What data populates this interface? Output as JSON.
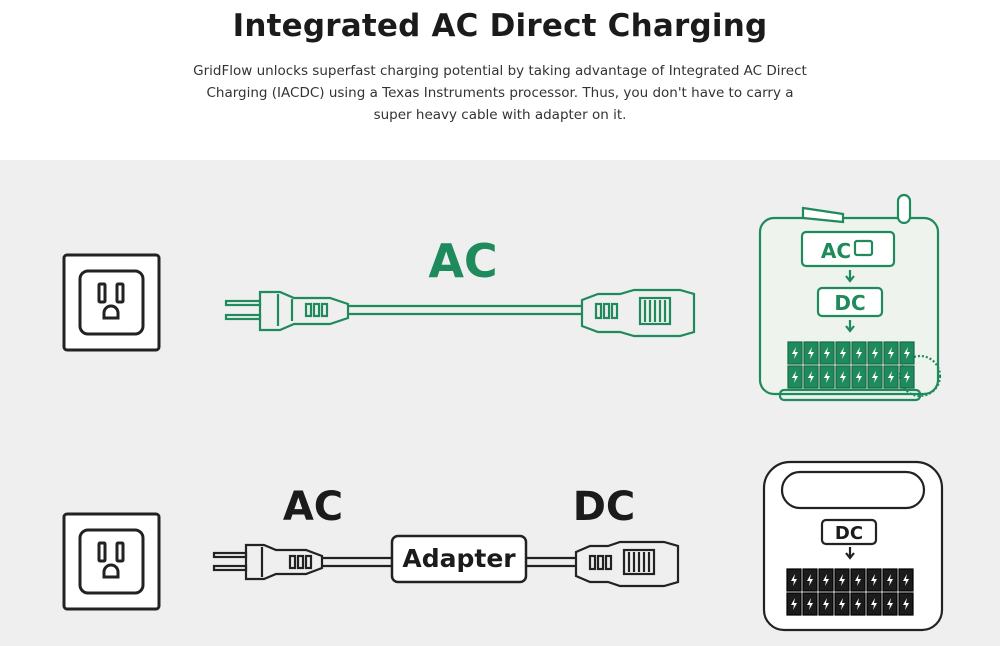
{
  "header": {
    "title": "Integrated AC Direct Charging",
    "description": "GridFlow unlocks superfast charging potential by taking advantage of Integrated AC Direct Charging (IACDC) using a Texas Instruments processor. Thus, you don't have to carry a super heavy cable with adapter on it."
  },
  "top_row": {
    "cable_label": "AC",
    "station_ac_label": "AC",
    "station_dc_label": "DC"
  },
  "bottom_row": {
    "ac_label": "AC",
    "dc_label": "DC",
    "adapter_label": "Adapter",
    "station_dc_label": "DC"
  },
  "colors": {
    "accent_green": "#1f8a5c",
    "dark": "#222222",
    "panel_bg": "#efefef"
  }
}
